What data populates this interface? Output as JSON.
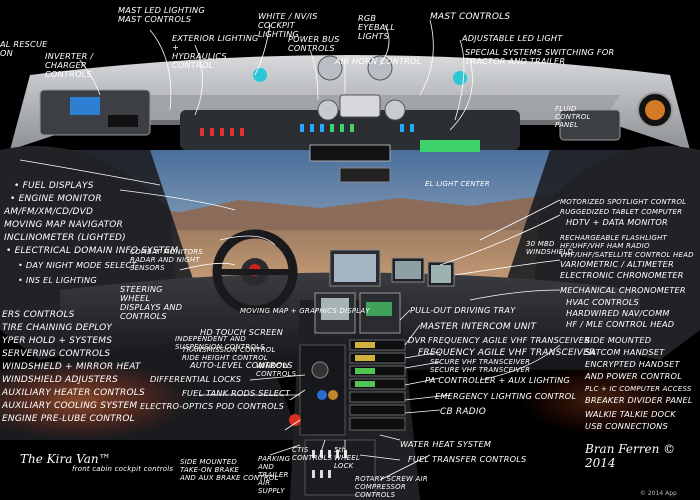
{
  "title": "The Kira Van™",
  "subtitle": "front cabin cockpit controls",
  "author": "Bran Ferren © 2014",
  "credit": "© 2014 App",
  "annotations": {
    "top": [
      "MAST LED LIGHTING\nMAST CONTROLS",
      "WHITE / NV/IS\nCOCKPIT LIGHTING",
      "RGB EYEBALL\nLIGHTS",
      "MAST CONTROLS",
      "EXTERIOR LIGHTING +\nHYDRAULICS CONTROL",
      "POWER BUS\nCONTROLS",
      "AIR HORN CONTROL",
      "ADJUSTABLE LED LIGHT",
      "SPECIAL SYSTEMS SWITCHING FOR\nTRACTOR AND TRAILER",
      "INVERTER / CHARGER\nCONTROLS",
      "AL RESCUE\nON"
    ],
    "left": [
      "• FUEL DISPLAYS",
      "• ENGINE MONITOR",
      "AM/FM/XM/CD/DVD",
      "MOVING MAP NAVIGATOR",
      "INCLINOMETER (LIGHTED)",
      "• ELECTRICAL DOMAIN INFO SYSTEM",
      "• DAY NIGHT MODE SELECT",
      "• INS EL LIGHTING",
      "ERS CONTROLS",
      "TIRE CHAINING DEPLOY",
      "YPER HOLD + SYSTEMS",
      "SERVERING CONTROLS",
      "WINDSHIELD + MIRROR HEAT",
      "WINDSHIELD ADJUSTERS",
      "AUXILIARY HEATER CONTROLS",
      "AUXILIARY COOLING SYSTEM",
      "ENGINE PRE-LUBE CONTROL",
      "STEERING WHEEL\nDISPLAYS AND\nCONTROLS",
      "COMBAT MONITORS\nRADAR AND NIGHT\nSENSORS"
    ],
    "right": [
      "MOTORIZED SPOTLIGHT CONTROL",
      "RUGGEDIZED TABLET COMPUTER",
      "HDTV + DATA MONITOR",
      "RECHARGEABLE FLASHLIGHT",
      "HF/UHF/VHF HAM RADIO",
      "VHF/UHF/SATELLITE CONTROL HEAD",
      "VARIOMETRIC / ALTIMETER",
      "ELECTRONIC CHRONOMETER",
      "MECHANICAL CHRONOMETER",
      "HVAC CONTROLS",
      "HARDWIRED NAV/COMM",
      "HF / MLE CONTROL HEAD",
      "SIDE MOUNTED",
      "SATCOM HANDSET",
      "ENCRYPTED HANDSET",
      "AND POWER CONTROL",
      "PLC + IC COMPUTER ACCESS",
      "BREAKER DIVIDER PANEL",
      "WALKIE TALKIE DOCK",
      "USB CONNECTIONS"
    ],
    "center": [
      "HD TOUCH SCREEN",
      "MOVING MAP + GRAPHICS DISPLAY",
      "PULL-OUT DRIVING TRAY",
      "MASTER INTERCOM UNIT",
      "DVR",
      "FREQUENCY AGILE VHF TRANSCEIVER",
      "FREQUENCY AGILE VHF TRANSCEIVER",
      "SECURE VHF TRANSCEIVER",
      "SECURE VHF TRANSCEIVER",
      "PA CONTROLLER + AUX LIGHTING",
      "EMERGENCY LIGHTING CONTROL",
      "CB RADIO",
      "WATER HEAT SYSTEM",
      "FUEL TRANSFER CONTROLS",
      "ROTARY SCREW AIR\nCOMPRESSOR CONTROLS",
      "5th WHEEL\nLOCK",
      "CTIS\nCONTROLS",
      "PARKING\nAND\nTRAILER AIR\nSUPPLY",
      "SIDE MOUNTED\nTAKE-ON BRAKE\nAND AUX BRAKE CONTROL",
      "ELECTRO-OPTICS POD CONTROLS",
      "FUEL TANK RODS SELECT",
      "DIFFERENTIAL LOCKS",
      "AUTO-LEVEL CONTROLS",
      "WINDOW\nCONTROLS",
      "INDEPENDENT AND\nSUSPENSION CONTROLS",
      "RIDE HEIGHT CONTROL",
      "TRANSMISSION CONTROL",
      "EL LIGHT CENTER",
      "30 MBD\nWINDSHIELD",
      "FLUID\nCONTROL\nPANEL"
    ]
  },
  "colors": {
    "background": "#000000",
    "sky": "#5a7fa8",
    "desert": "#b28a66",
    "dash": "#2a2c30",
    "ceiling": "#c8cacd",
    "screen": "#3a7cc0",
    "annotation": "#ffffff"
  }
}
